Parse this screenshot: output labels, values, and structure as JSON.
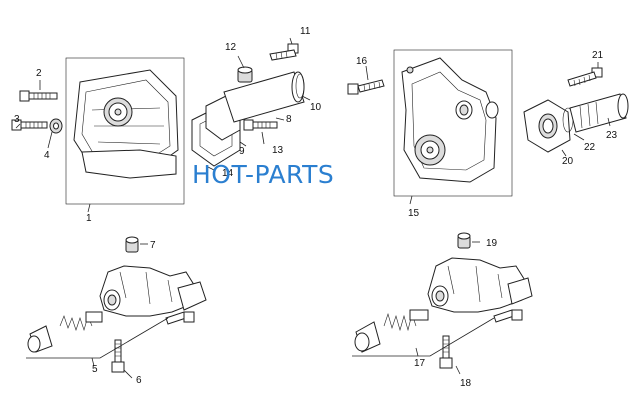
{
  "watermark": {
    "text": "HOT-PARTS",
    "color": "#2b7fd0"
  },
  "callouts": {
    "c1": "1",
    "c2": "2",
    "c3": "3",
    "c4": "4",
    "c5": "5",
    "c6": "6",
    "c7": "7",
    "c8": "8",
    "c9": "9",
    "c10": "10",
    "c11": "11",
    "c12": "12",
    "c13": "13",
    "c14": "14",
    "c15": "15",
    "c16": "16",
    "c17": "17",
    "c18": "18",
    "c19": "19",
    "c20": "20",
    "c21": "21",
    "c22": "22",
    "c23": "23"
  }
}
